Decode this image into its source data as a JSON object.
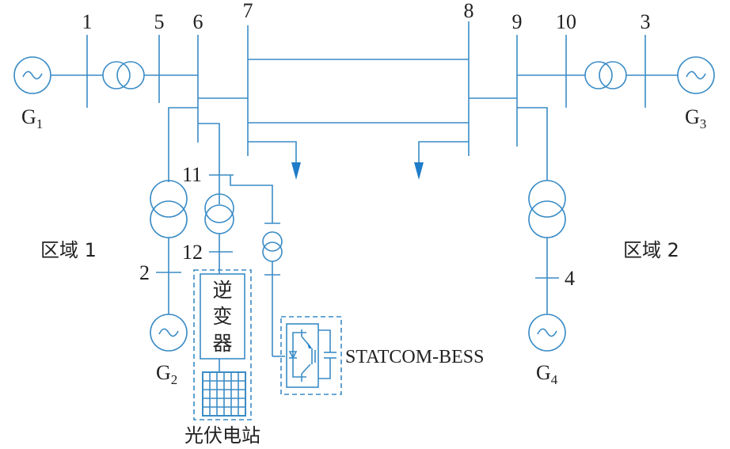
{
  "diagram": {
    "title": "Two-area power system with PV station and STATCOM-BESS",
    "line_color": "#3a8cc6",
    "load_arrow_color": "#1f7cc8",
    "buses": [
      "1",
      "5",
      "6",
      "7",
      "8",
      "9",
      "10",
      "3",
      "11",
      "12",
      "2",
      "4"
    ],
    "generators": [
      {
        "id": "G1",
        "letter": "G",
        "sub": "1"
      },
      {
        "id": "G2",
        "letter": "G",
        "sub": "2"
      },
      {
        "id": "G3",
        "letter": "G",
        "sub": "3"
      },
      {
        "id": "G4",
        "letter": "G",
        "sub": "4"
      }
    ],
    "areas": [
      "区域 1",
      "区域 2"
    ],
    "inverter_chars": [
      "逆",
      "变",
      "器"
    ],
    "pv_station_label": "光伏电站",
    "statcom_label": "STATCOM-BESS"
  }
}
